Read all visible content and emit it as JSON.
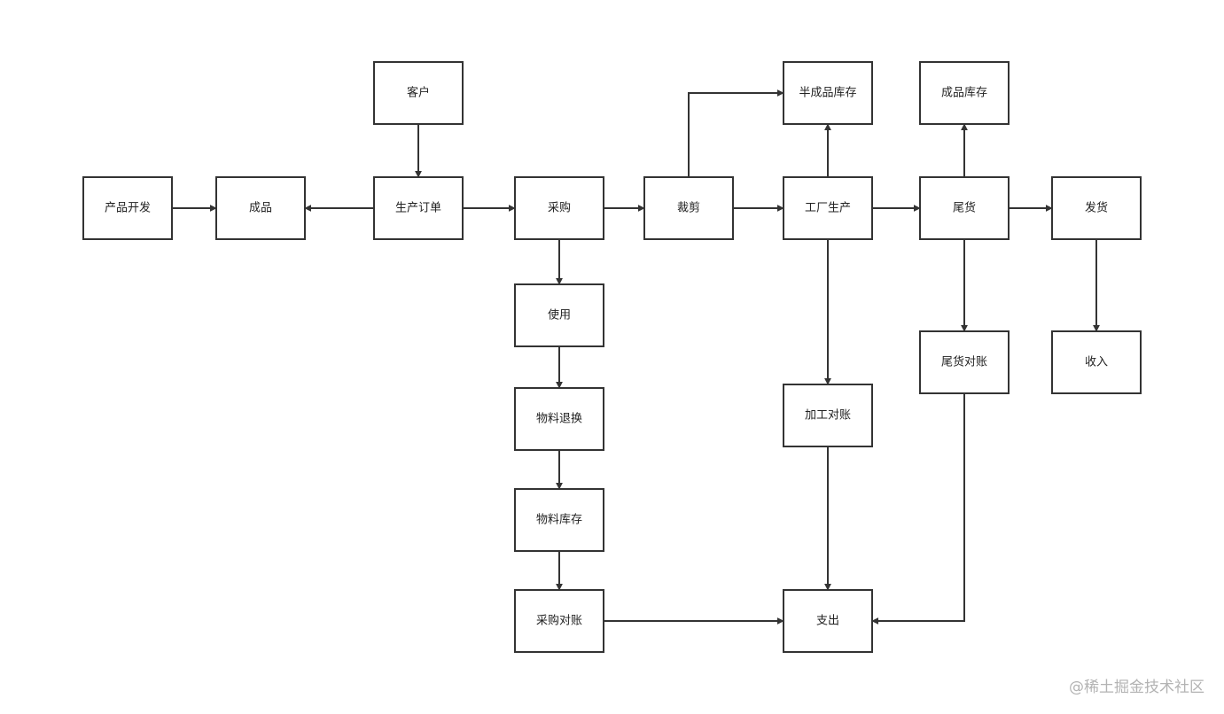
{
  "nodes": {
    "product_dev": "产品开发",
    "finished": "成品",
    "customer": "客户",
    "prod_order": "生产订单",
    "purchase": "采购",
    "use": "使用",
    "material_return": "物料退换",
    "material_stock": "物料库存",
    "purchase_recon": "采购对账",
    "cutting": "裁剪",
    "semi_stock": "半成品库存",
    "factory_prod": "工厂生产",
    "processing_recon": "加工对账",
    "expense": "支出",
    "finished_stock": "成品库存",
    "tail_goods": "尾货",
    "tail_recon": "尾货对账",
    "shipping": "发货",
    "income": "收入"
  },
  "watermark": "@稀土掘金技术社区",
  "colors": {
    "stroke": "#333333",
    "fill": "#ffffff",
    "watermark": "#b3b3b3"
  }
}
